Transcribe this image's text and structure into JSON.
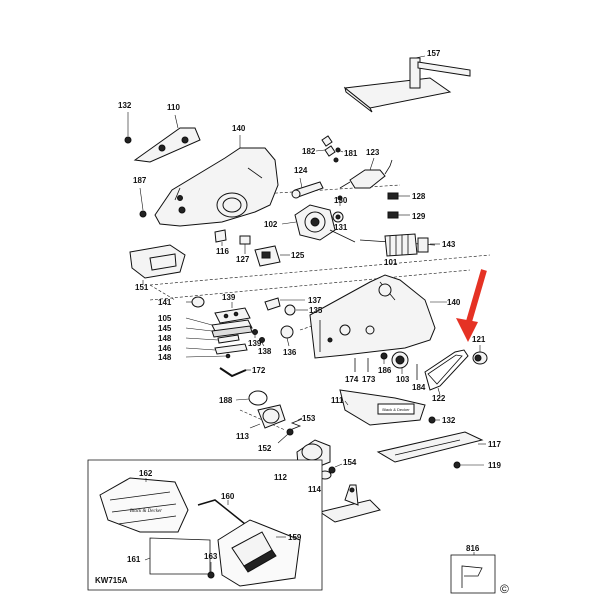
{
  "diagram": {
    "model_label": "KW715A",
    "copyright_mark": "©",
    "bag_brand_text": "Black & Decker",
    "parts": [
      {
        "id": "p157",
        "label": "157"
      },
      {
        "id": "p132a",
        "label": "132"
      },
      {
        "id": "p110",
        "label": "110"
      },
      {
        "id": "p140a",
        "label": "140"
      },
      {
        "id": "p182",
        "label": "182"
      },
      {
        "id": "p181",
        "label": "181"
      },
      {
        "id": "p123",
        "label": "123"
      },
      {
        "id": "p124",
        "label": "124"
      },
      {
        "id": "p187",
        "label": "187"
      },
      {
        "id": "p128",
        "label": "128"
      },
      {
        "id": "p130",
        "label": "130"
      },
      {
        "id": "p131",
        "label": "131"
      },
      {
        "id": "p129",
        "label": "129"
      },
      {
        "id": "p102",
        "label": "102"
      },
      {
        "id": "p143",
        "label": "143"
      },
      {
        "id": "p116",
        "label": "116"
      },
      {
        "id": "p127",
        "label": "127"
      },
      {
        "id": "p125",
        "label": "125"
      },
      {
        "id": "p101",
        "label": "101"
      },
      {
        "id": "p151",
        "label": "151"
      },
      {
        "id": "p139a",
        "label": "139"
      },
      {
        "id": "p137",
        "label": "137"
      },
      {
        "id": "p141",
        "label": "141"
      },
      {
        "id": "p135",
        "label": "135"
      },
      {
        "id": "p140b",
        "label": "140"
      },
      {
        "id": "p105",
        "label": "105"
      },
      {
        "id": "p145",
        "label": "145"
      },
      {
        "id": "p121",
        "label": "121"
      },
      {
        "id": "p148a",
        "label": "148"
      },
      {
        "id": "p139b",
        "label": "139"
      },
      {
        "id": "p146",
        "label": "146"
      },
      {
        "id": "p138",
        "label": "138"
      },
      {
        "id": "p136",
        "label": "136"
      },
      {
        "id": "p148b",
        "label": "148"
      },
      {
        "id": "p172",
        "label": "172"
      },
      {
        "id": "p174",
        "label": "174"
      },
      {
        "id": "p173",
        "label": "173"
      },
      {
        "id": "p186",
        "label": "186"
      },
      {
        "id": "p103",
        "label": "103"
      },
      {
        "id": "p184",
        "label": "184"
      },
      {
        "id": "p188",
        "label": "188"
      },
      {
        "id": "p111",
        "label": "111"
      },
      {
        "id": "p122",
        "label": "122"
      },
      {
        "id": "p132b",
        "label": "132"
      },
      {
        "id": "p153",
        "label": "153"
      },
      {
        "id": "p113",
        "label": "113"
      },
      {
        "id": "p152",
        "label": "152"
      },
      {
        "id": "p117",
        "label": "117"
      },
      {
        "id": "p154",
        "label": "154"
      },
      {
        "id": "p112",
        "label": "112"
      },
      {
        "id": "p119",
        "label": "119"
      },
      {
        "id": "p162",
        "label": "162"
      },
      {
        "id": "p114",
        "label": "114"
      },
      {
        "id": "p160",
        "label": "160"
      },
      {
        "id": "p159",
        "label": "159"
      },
      {
        "id": "p161",
        "label": "161"
      },
      {
        "id": "p163",
        "label": "163"
      },
      {
        "id": "p816",
        "label": "816"
      }
    ]
  }
}
